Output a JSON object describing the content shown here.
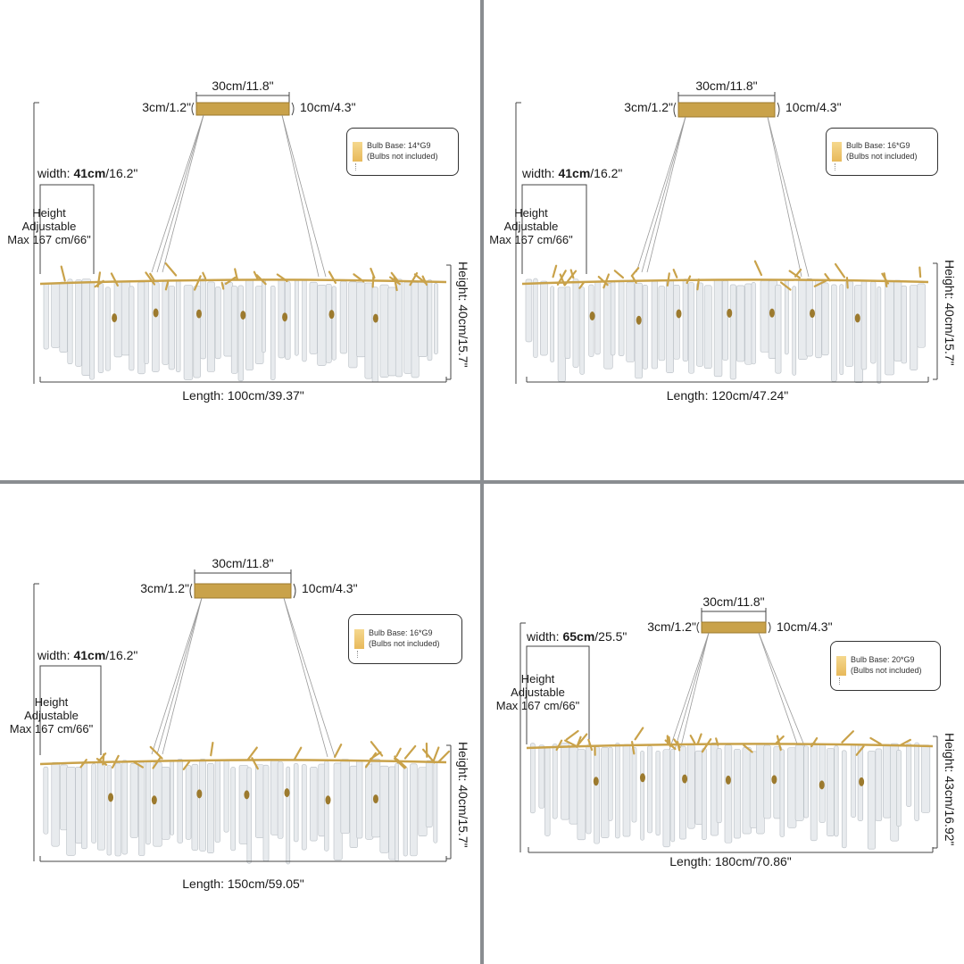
{
  "panels": [
    {
      "canopy_length": "30cm/11.8\"",
      "canopy_height": "3cm/1.2\"",
      "canopy_width": "10cm/4.3\"",
      "width_prefix": "width: ",
      "width_value": "41cm",
      "width_suffix": "/16.2\"",
      "adjustable": "Height\nAdjustable\nMax 167 cm/66\"",
      "bulb_line1": "Bulb Base: 14*G9",
      "bulb_line2": "(Bulbs not included)",
      "height": "Height: 40cm/15.7\"",
      "length": "Length: 100cm/39.37\""
    },
    {
      "canopy_length": "30cm/11.8\"",
      "canopy_height": "3cm/1.2\"",
      "canopy_width": "10cm/4.3\"",
      "width_prefix": "width: ",
      "width_value": "41cm",
      "width_suffix": "/16.2\"",
      "adjustable": "Height\nAdjustable\nMax 167 cm/66\"",
      "bulb_line1": "Bulb Base: 16*G9",
      "bulb_line2": "(Bulbs not included)",
      "height": "Height: 40cm/15.7\"",
      "length": "Length: 120cm/47.24\""
    },
    {
      "canopy_length": "30cm/11.8\"",
      "canopy_height": "3cm/1.2\"",
      "canopy_width": "10cm/4.3\"",
      "width_prefix": "width: ",
      "width_value": "41cm",
      "width_suffix": "/16.2\"",
      "adjustable": "Height\nAdjustable\nMax 167 cm/66\"",
      "bulb_line1": "Bulb Base: 16*G9",
      "bulb_line2": "(Bulbs not included)",
      "height": "Height: 40cm/15.7\"",
      "length": "Length: 150cm/59.05\""
    },
    {
      "canopy_length": "30cm/11.8\"",
      "canopy_height": "3cm/1.2\"",
      "canopy_width": "10cm/4.3\"",
      "width_prefix": "width: ",
      "width_value": "65cm",
      "width_suffix": "/25.5\"",
      "adjustable": "Height\nAdjustable\nMax 167 cm/66\"",
      "bulb_line1": "Bulb Base: 20*G9",
      "bulb_line2": "(Bulbs not included)",
      "height": "Height: 43cm/16.92\"",
      "length": "Length: 180cm/70.86\""
    }
  ],
  "colors": {
    "gold": "#c9a24a",
    "gold_dark": "#9c7a2e",
    "crystal": "#e8ebee",
    "crystal_edge": "#b8bec4",
    "line": "#444444",
    "divider": "#8a8d91"
  },
  "icons": [
    "bulb-icon",
    "chandelier-image"
  ]
}
